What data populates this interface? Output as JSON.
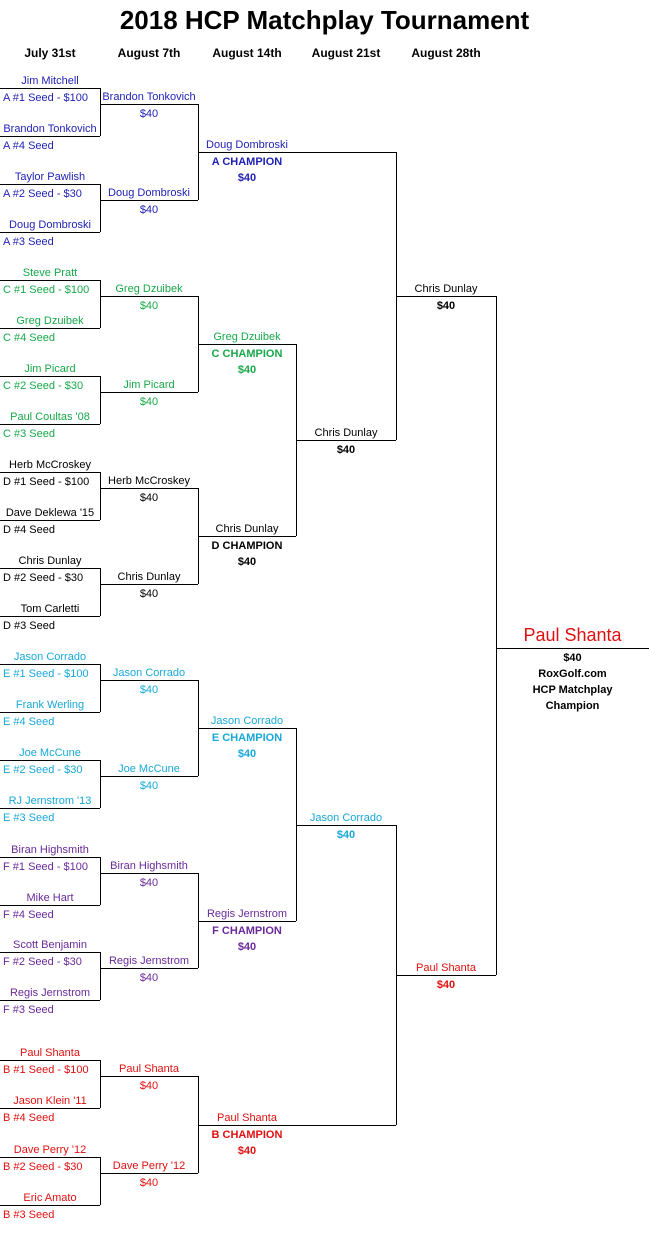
{
  "title": "2018 HCP Matchplay Tournament",
  "headers": [
    "July 31st",
    "August 7th",
    "August 14th",
    "August 21st",
    "August 28th"
  ],
  "colors": {
    "A": "#1f1fb4",
    "C": "#18a84a",
    "D": "#000000",
    "E": "#18a8d8",
    "F": "#6a2a9a",
    "B": "#e01010",
    "final": "#000000"
  },
  "groups": [
    {
      "id": "A",
      "champion_label": "A CHAMPION",
      "prize": "$40",
      "matches": [
        {
          "seed_hi": "Jim Mitchell",
          "seed_hi_label": "A #1 Seed - $100",
          "seed_lo": "Brandon Tonkovich",
          "seed_lo_label": "A #4 Seed",
          "winner": "Brandon Tonkovich",
          "prize": "$40"
        },
        {
          "seed_hi": "Taylor Pawlish",
          "seed_hi_label": "A #2 Seed - $30",
          "seed_lo": "Doug Dombroski",
          "seed_lo_label": "A #3 Seed",
          "winner": "Doug Dombroski",
          "prize": "$40"
        }
      ],
      "champion": "Doug Dombroski"
    },
    {
      "id": "C",
      "champion_label": "C CHAMPION",
      "prize": "$40",
      "matches": [
        {
          "seed_hi": "Steve Pratt",
          "seed_hi_label": "C #1 Seed - $100",
          "seed_lo": "Greg Dzuibek",
          "seed_lo_label": "C #4 Seed",
          "winner": "Greg Dzuibek",
          "prize": "$40"
        },
        {
          "seed_hi": "Jim Picard",
          "seed_hi_label": "C #2 Seed - $30",
          "seed_lo": "Paul Coultas '08",
          "seed_lo_label": "C #3 Seed",
          "winner": "Jim Picard",
          "prize": "$40"
        }
      ],
      "champion": "Greg Dzuibek"
    },
    {
      "id": "D",
      "champion_label": "D CHAMPION",
      "prize": "$40",
      "matches": [
        {
          "seed_hi": "Herb McCroskey",
          "seed_hi_label": "D #1 Seed - $100",
          "seed_lo": "Dave Deklewa '15",
          "seed_lo_label": "D #4 Seed",
          "winner": "Herb McCroskey",
          "prize": "$40"
        },
        {
          "seed_hi": "Chris Dunlay",
          "seed_hi_label": "D #2 Seed - $30",
          "seed_lo": "Tom Carletti",
          "seed_lo_label": "D #3 Seed",
          "winner": "Chris Dunlay",
          "prize": "$40"
        }
      ],
      "champion": "Chris Dunlay"
    },
    {
      "id": "E",
      "champion_label": "E CHAMPION",
      "prize": "$40",
      "matches": [
        {
          "seed_hi": "Jason Corrado",
          "seed_hi_label": "E #1 Seed - $100",
          "seed_lo": "Frank Werling",
          "seed_lo_label": "E #4 Seed",
          "winner": "Jason Corrado",
          "prize": "$40"
        },
        {
          "seed_hi": "Joe McCune",
          "seed_hi_label": "E #2 Seed - $30",
          "seed_lo": "RJ Jernstrom '13",
          "seed_lo_label": "E #3 Seed",
          "winner": "Joe McCune",
          "prize": "$40"
        }
      ],
      "champion": "Jason Corrado"
    },
    {
      "id": "F",
      "champion_label": "F CHAMPION",
      "prize": "$40",
      "matches": [
        {
          "seed_hi": "Biran Highsmith",
          "seed_hi_label": "F #1 Seed - $100",
          "seed_lo": "Mike Hart",
          "seed_lo_label": "F #4 Seed",
          "winner": "Biran Highsmith",
          "prize": "$40"
        },
        {
          "seed_hi": "Scott Benjamin",
          "seed_hi_label": "F #2 Seed - $30",
          "seed_lo": "Regis Jernstrom",
          "seed_lo_label": "F #3 Seed",
          "winner": "Regis Jernstrom",
          "prize": "$40"
        }
      ],
      "champion": "Regis Jernstrom"
    },
    {
      "id": "B",
      "champion_label": "B CHAMPION",
      "prize": "$40",
      "matches": [
        {
          "seed_hi": "Paul Shanta",
          "seed_hi_label": "B #1 Seed - $100",
          "seed_lo": "Jason Klein '11",
          "seed_lo_label": "B #4 Seed",
          "winner": "Paul Shanta",
          "prize": "$40"
        },
        {
          "seed_hi": "Dave Perry '12",
          "seed_hi_label": "B #2 Seed - $30",
          "seed_lo": "Eric Amato",
          "seed_lo_label": "B #3 Seed",
          "winner": "Dave Perry '12",
          "prize": "$40"
        }
      ],
      "champion": "Paul Shanta"
    }
  ],
  "round4": [
    {
      "winner": "Chris Dunlay",
      "prize": "$40",
      "color_group": "D"
    },
    {
      "winner": "Jason Corrado",
      "prize": "$40",
      "color_group": "E"
    }
  ],
  "semis": [
    {
      "winner": "Chris Dunlay",
      "prize": "$40",
      "color_group": "D"
    },
    {
      "winner": "Paul Shanta",
      "prize": "$40",
      "color_group": "B"
    }
  ],
  "final": {
    "champion": "Paul Shanta",
    "prize": "$40",
    "line1": "RoxGolf.com",
    "line2": "HCP Matchplay",
    "line3": "Champion",
    "color": "#e01010"
  }
}
